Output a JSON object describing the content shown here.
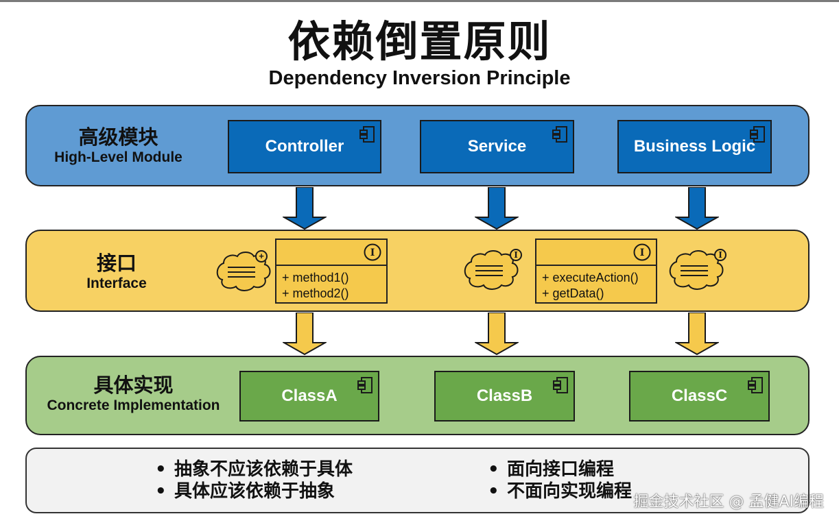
{
  "title": {
    "cn": "依赖倒置原则",
    "en": "Dependency Inversion Principle"
  },
  "layers": {
    "high_level": {
      "label_cn": "高级模块",
      "label_en": "High-Level Module",
      "color": "#5f9bd3",
      "components": [
        {
          "label": "Controller",
          "icon": "component-icon"
        },
        {
          "label": "Service",
          "icon": "component-icon"
        },
        {
          "label": "Business Logic",
          "icon": "component-icon"
        }
      ],
      "component_color": "#0a6ab8"
    },
    "interface": {
      "label_cn": "接口",
      "label_en": "Interface",
      "color": "#f7d163",
      "boxes": [
        {
          "icon": "interface-icon",
          "methods": [
            "+ method1()",
            "+ method2()"
          ]
        },
        {
          "icon": "interface-icon",
          "methods": [
            "+ executeAction()",
            "+ getData()"
          ]
        }
      ],
      "clouds": [
        {
          "icon": "cloud-interface-icon",
          "badge": "+"
        },
        {
          "icon": "cloud-interface-icon",
          "badge": "I"
        },
        {
          "icon": "cloud-interface-icon",
          "badge": "I"
        }
      ],
      "interface_badge": "I"
    },
    "implementation": {
      "label_cn": "具体实现",
      "label_en": "Concrete Implementation",
      "color": "#a6cc8a",
      "components": [
        {
          "label": "ClassA",
          "icon": "component-icon"
        },
        {
          "label": "ClassB",
          "icon": "component-icon"
        },
        {
          "label": "ClassC",
          "icon": "component-icon"
        }
      ],
      "component_color": "#6aa84a"
    }
  },
  "arrows": {
    "high_to_interface_color": "#0a6ab8",
    "interface_to_impl_color": "#f5c94c",
    "count_per_row": 3
  },
  "notes": {
    "bullet": "•",
    "left": [
      "抽象不应该依赖于具体",
      "具体应该依赖于抽象"
    ],
    "right": [
      "面向接口编程",
      "不面向实现编程"
    ]
  },
  "watermark": "掘金技术社区 @ 孟健AI编程"
}
